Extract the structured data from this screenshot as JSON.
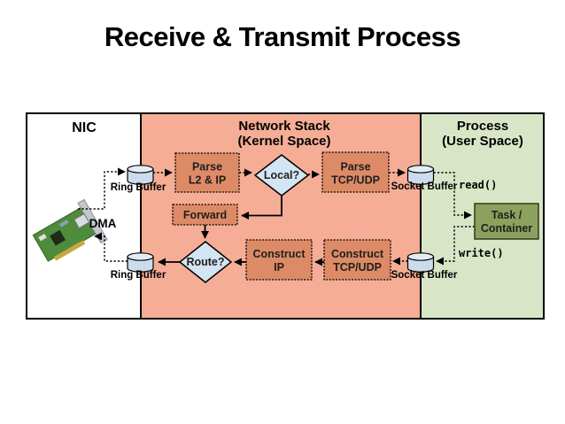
{
  "title": "Receive & Transmit Process",
  "sections": {
    "nic": {
      "title": "NIC"
    },
    "kernel": {
      "title_line1": "Network Stack",
      "title_line2": "(Kernel Space)"
    },
    "user": {
      "title_line1": "Process",
      "title_line2": "(User Space)"
    }
  },
  "nodes": {
    "ring_buffer_top": "Ring Buffer",
    "ring_buffer_bottom": "Ring Buffer",
    "socket_buffer_top": "Socket Buffer",
    "socket_buffer_bottom": "Socket Buffer",
    "parse_l2_ip_line1": "Parse",
    "parse_l2_ip_line2": "L2 & IP",
    "parse_tcp_udp_line1": "Parse",
    "parse_tcp_udp_line2": "TCP/UDP",
    "forward": "Forward",
    "construct_ip_line1": "Construct",
    "construct_ip_line2": "IP",
    "construct_tcp_udp_line1": "Construct",
    "construct_tcp_udp_line2": "TCP/UDP",
    "local_decision": "Local?",
    "route_decision": "Route?",
    "task_container_line1": "Task /",
    "task_container_line2": "Container",
    "dma": "DMA",
    "read_call": "read()",
    "write_call": "write()"
  },
  "colors": {
    "kernel_bg": "#f5ad96",
    "user_bg": "#d9e5c7",
    "nic_bg": "#ffffff",
    "process_box": "#dd8a66",
    "decision_fill": "#d3e4f2",
    "buffer_body": "#cddcec",
    "buffer_top": "#e3edf6",
    "task_fill": "#8ca15e",
    "outline": "#000000"
  }
}
